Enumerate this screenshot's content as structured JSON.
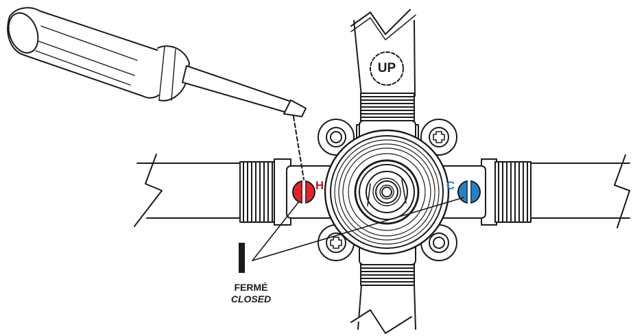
{
  "labels": {
    "closed_fr": "FERMÉ",
    "closed_en": "CLOSED",
    "up_marker": "UP",
    "hot_letter": "H",
    "cold_letter": "C"
  },
  "colors": {
    "hot": "#e0262d",
    "cold": "#2a7fc1",
    "line": "#1a1a1a",
    "background": "#ffffff"
  },
  "icons": {
    "tool": "screwdriver-icon",
    "closed_indicator": "vertical-bar-icon"
  }
}
